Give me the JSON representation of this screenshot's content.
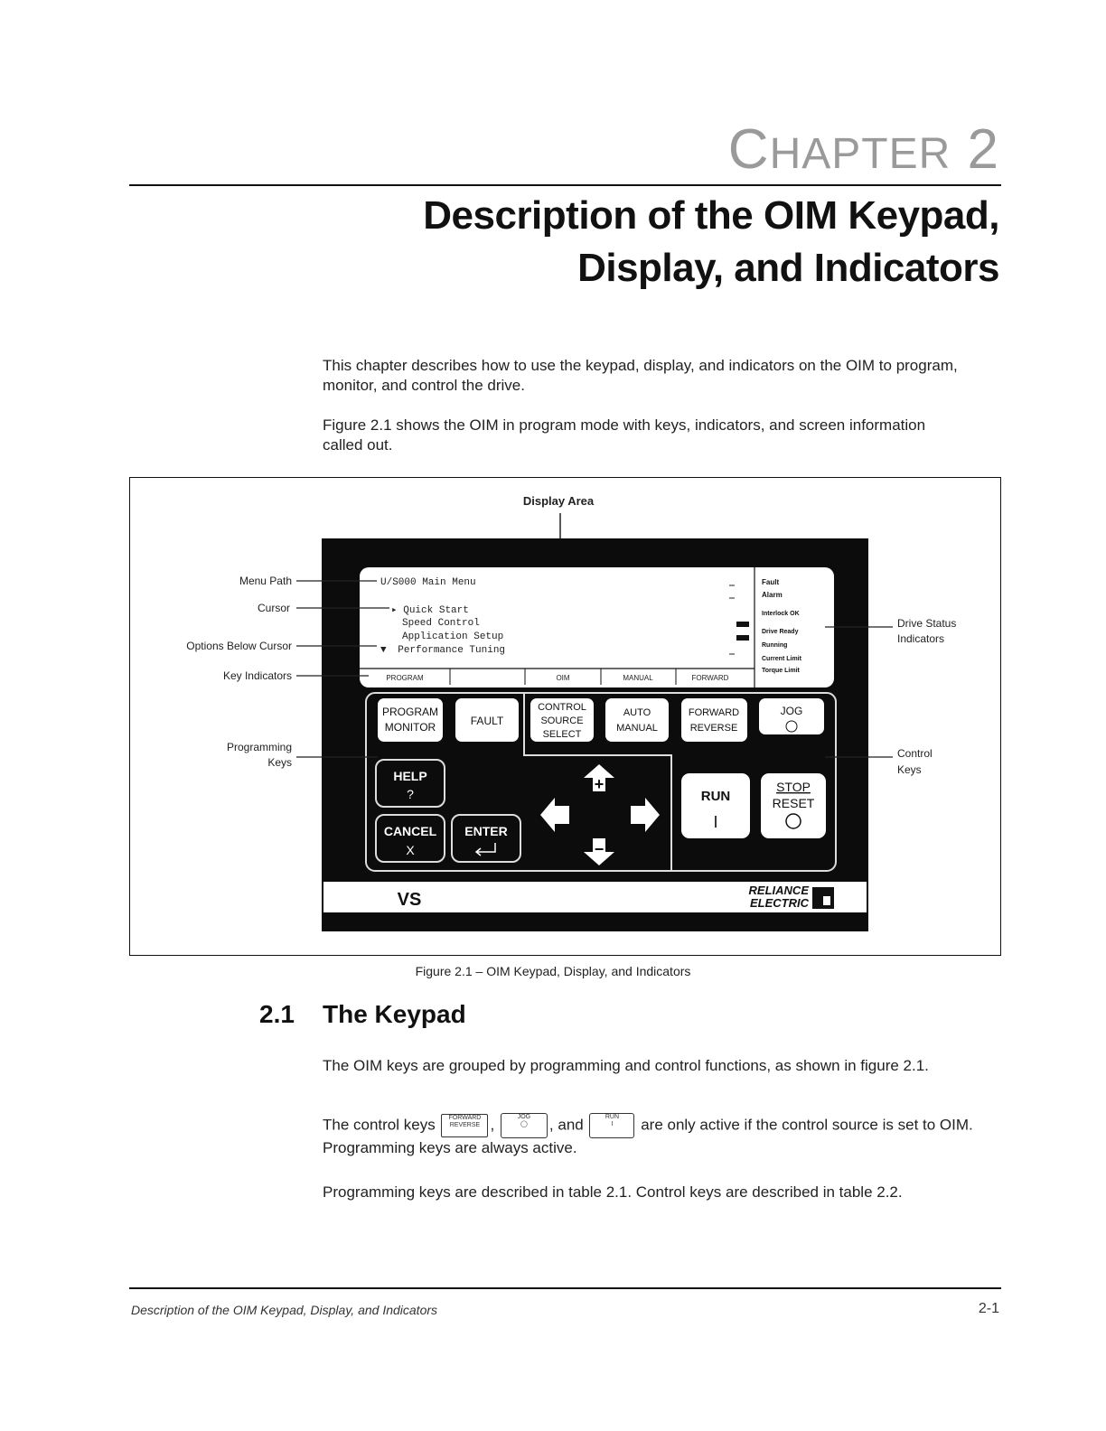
{
  "chapter": {
    "cap": "C",
    "rest": "HAPTER",
    "number": "2"
  },
  "title": {
    "line1": "Description of the OIM Keypad,",
    "line2": "Display, and Indicators"
  },
  "intro": {
    "p1": "This chapter describes how to use the keypad, display, and indicators on the OIM to program, monitor, and control the drive.",
    "p2": "Figure 2.1 shows the OIM in program mode with keys, indicators, and screen information called out."
  },
  "figure": {
    "callouts": {
      "display_area": "Display Area",
      "menu_path": "Menu Path",
      "cursor": "Cursor",
      "options_below": "Options Below Cursor",
      "key_indicators": "Key Indicators",
      "programming_keys_1": "Programming",
      "programming_keys_2": "Keys",
      "drive_status_1": "Drive Status",
      "drive_status_2": "Indicators",
      "control_keys_1": "Control",
      "control_keys_2": "Keys"
    },
    "screen": {
      "menu_path": "U/S000 Main Menu",
      "items": [
        "Quick Start",
        "Speed Control",
        "Application Setup",
        "Performance Tuning"
      ],
      "indicators": [
        "PROGRAM",
        "",
        "OIM",
        "MANUAL",
        "FORWARD"
      ]
    },
    "status": [
      "Fault",
      "Alarm",
      "Interlock OK",
      "Drive Ready",
      "Running",
      "Current Limit",
      "Torque Limit"
    ],
    "keys": {
      "program_1": "PROGRAM",
      "program_2": "MONITOR",
      "fault": "FAULT",
      "control_1": "CONTROL",
      "control_2": "SOURCE",
      "control_3": "SELECT",
      "auto_1": "AUTO",
      "auto_2": "MANUAL",
      "fwd_1": "FORWARD",
      "fwd_2": "REVERSE",
      "jog": "JOG",
      "help_1": "HELP",
      "help_2": "?",
      "cancel_1": "CANCEL",
      "cancel_2": "X",
      "enter": "ENTER",
      "run_1": "RUN",
      "run_2": "I",
      "stop_1": "STOP",
      "stop_2": "RESET"
    },
    "brand_1": "RELIANCE",
    "brand_2": "ELECTRIC",
    "caption": "Figure 2.1 – OIM Keypad, Display, and Indicators"
  },
  "section": {
    "number": "2.1",
    "title": "The Keypad",
    "p1": "The OIM keys are grouped by programming and control functions, as shown in figure 2.1.",
    "p2_a": "The control keys",
    "p2_b": ", and",
    "p2_c": "are only active if the control source is set to OIM. Programming keys are always active.",
    "p3": "Programming keys are described in table 2.1. Control keys are described in table 2.2.",
    "inline_fwd_1": "FORWARD",
    "inline_fwd_2": "REVERSE",
    "inline_jog": "JOG",
    "inline_run": "RUN"
  },
  "footer": {
    "left": "Description of the OIM Keypad, Display, and Indicators",
    "right": "2-1"
  }
}
